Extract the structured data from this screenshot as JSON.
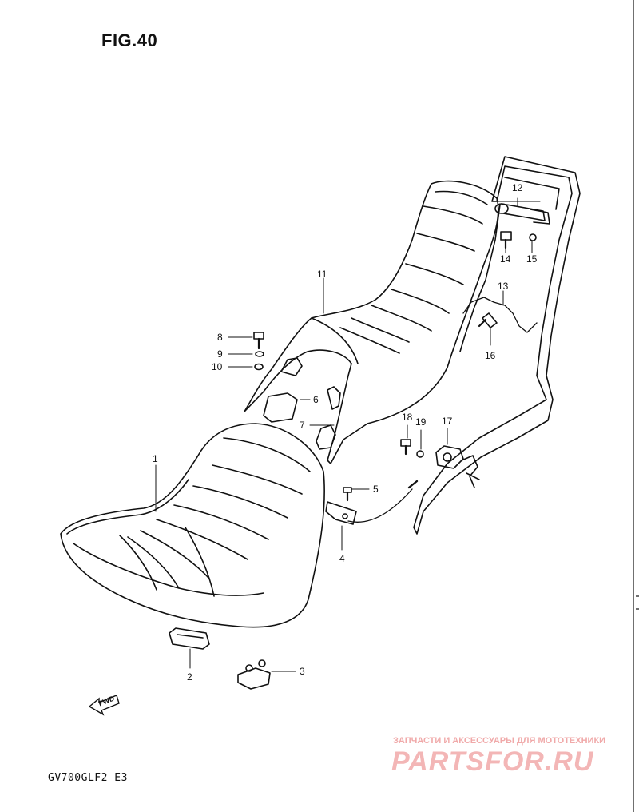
{
  "figure": {
    "title": "FIG.40",
    "model_code": "GV700GLF2  E3",
    "fwd_label": "FWD"
  },
  "callouts": [
    {
      "id": "1",
      "text": "1"
    },
    {
      "id": "2",
      "text": "2"
    },
    {
      "id": "3",
      "text": "3"
    },
    {
      "id": "4",
      "text": "4"
    },
    {
      "id": "5",
      "text": "5"
    },
    {
      "id": "6",
      "text": "6"
    },
    {
      "id": "7",
      "text": "7"
    },
    {
      "id": "8",
      "text": "8"
    },
    {
      "id": "9",
      "text": "9"
    },
    {
      "id": "10",
      "text": "10"
    },
    {
      "id": "11",
      "text": "11"
    },
    {
      "id": "12",
      "text": "12"
    },
    {
      "id": "13",
      "text": "13"
    },
    {
      "id": "14",
      "text": "14"
    },
    {
      "id": "15",
      "text": "15"
    },
    {
      "id": "16",
      "text": "16"
    },
    {
      "id": "17",
      "text": "17"
    },
    {
      "id": "18",
      "text": "18"
    },
    {
      "id": "19",
      "text": "19"
    }
  ],
  "watermark": {
    "tagline": "ЗАПЧАСТИ И АКСЕССУАРЫ ДЛЯ МОТОТЕХНИКИ",
    "logo": "PARTSFOR.RU",
    "color": "#f0a9a9"
  },
  "colors": {
    "line": "#111111",
    "background": "#ffffff"
  }
}
